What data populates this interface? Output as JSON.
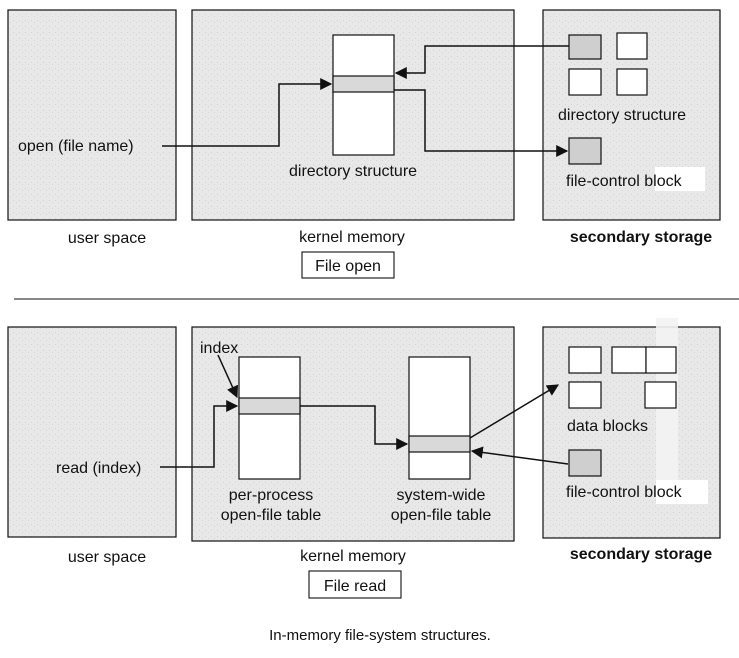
{
  "top": {
    "open_label": "open (file name)",
    "kernel_dir_label": "directory structure",
    "storage_dir_label": "directory structure",
    "fcb_label": "file-control block",
    "user_space": "user space",
    "kernel_memory": "kernel memory",
    "secondary_storage": "secondary storage",
    "caption": "File open"
  },
  "bottom": {
    "index_label": "index",
    "read_label": "read (index)",
    "per_process_line1": "per-process",
    "per_process_line2": "open-file table",
    "system_wide_line1": "system-wide",
    "system_wide_line2": "open-file table",
    "data_blocks_label": "data blocks",
    "fcb_label": "file-control block",
    "user_space": "user space",
    "kernel_memory": "kernel memory",
    "secondary_storage": "secondary storage",
    "caption": "File read"
  },
  "figure_caption": "In-memory file-system structures.",
  "colors": {
    "panel_fill": "#e9e9e9",
    "line": "#111111",
    "highlight": "#d9d9d9"
  }
}
